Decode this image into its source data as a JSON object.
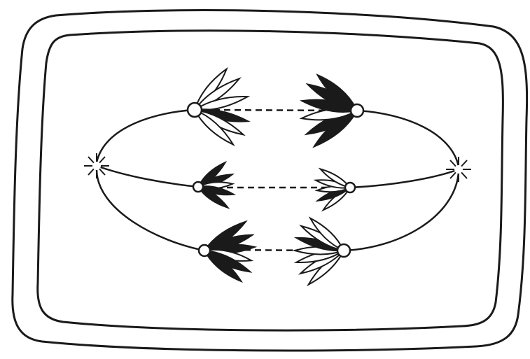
{
  "diagram": {
    "kind": "cell-division-illustration",
    "colors": {
      "background": "#ffffff",
      "stroke": "#1a1a1a",
      "dark_fill": "#1a1a1a",
      "light_fill": "#ffffff"
    },
    "icons": {
      "centrosome": "starburst-icon",
      "centromere": "circle-icon"
    },
    "chromosome_groups": 6,
    "spindle_poles": 2,
    "text_labels": []
  }
}
